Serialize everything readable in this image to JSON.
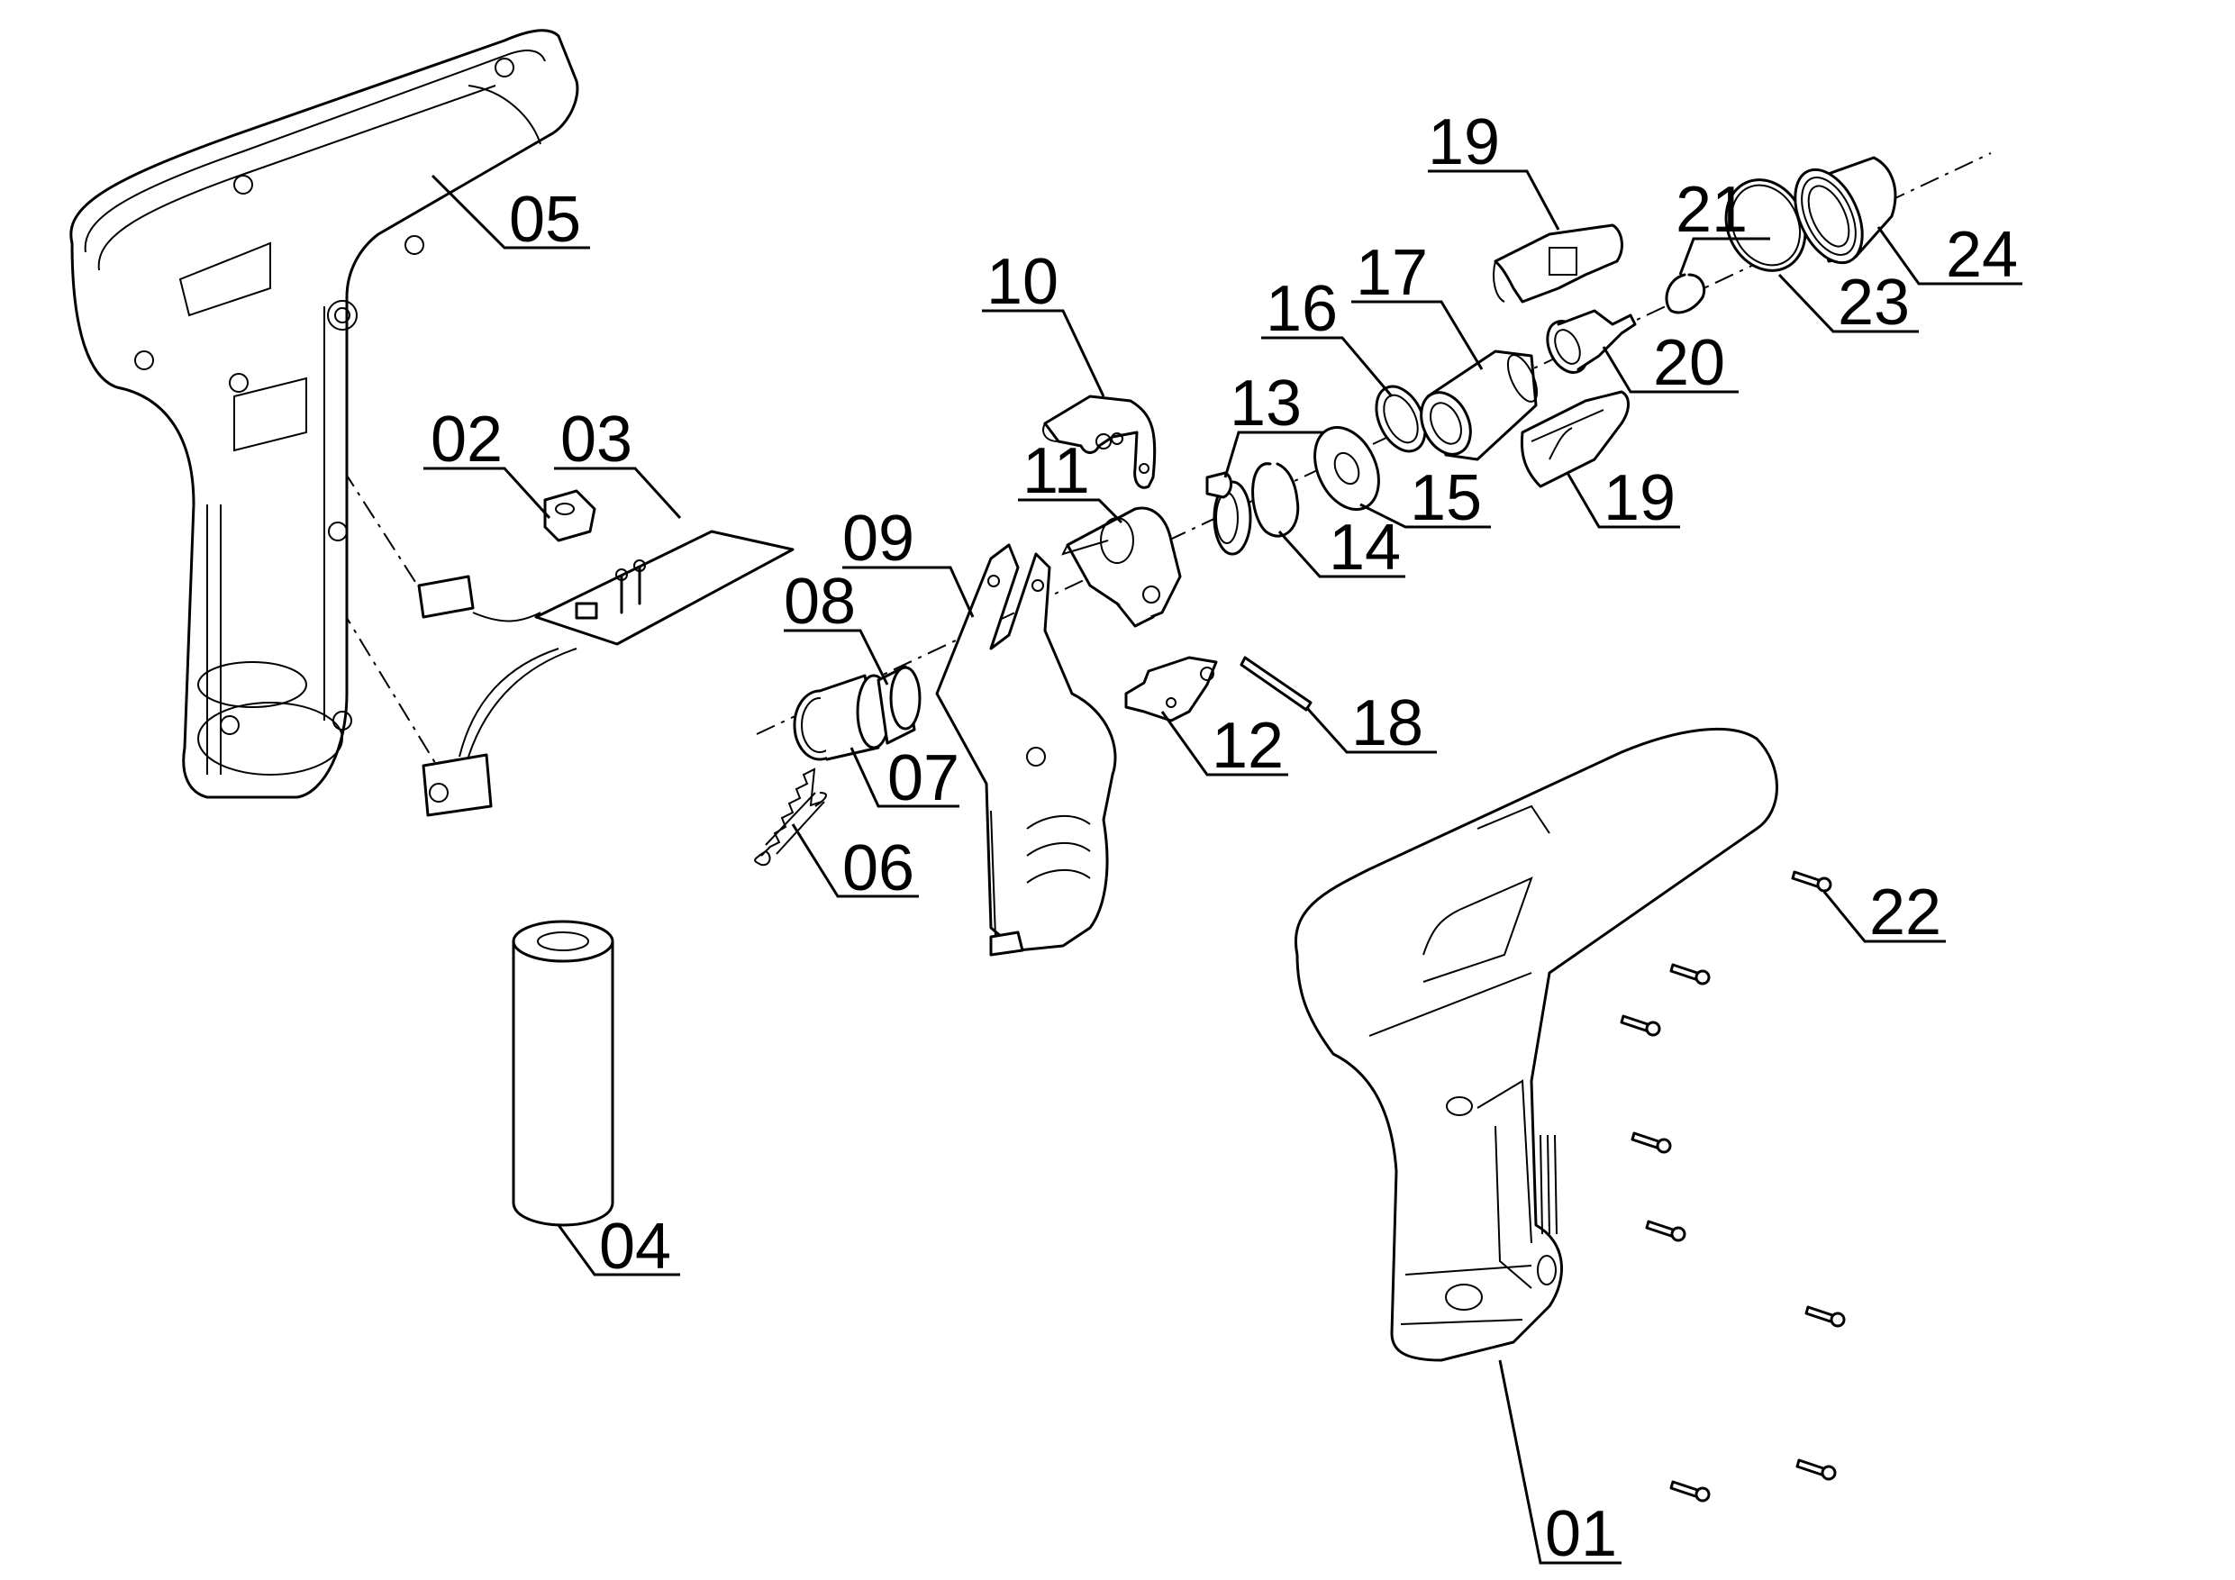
{
  "diagram": {
    "type": "exploded-parts-view",
    "subject": "cordless glue gun",
    "callouts": [
      {
        "id": "01",
        "label": "01",
        "part": "housing-right"
      },
      {
        "id": "02",
        "label": "02",
        "part": "switch-button"
      },
      {
        "id": "03",
        "label": "03",
        "part": "circuit-board"
      },
      {
        "id": "04",
        "label": "04",
        "part": "battery"
      },
      {
        "id": "05",
        "label": "05",
        "part": "housing-left"
      },
      {
        "id": "06",
        "label": "06",
        "part": "spring"
      },
      {
        "id": "07",
        "label": "07",
        "part": "feed-sleeve"
      },
      {
        "id": "08",
        "label": "08",
        "part": "sleeve-ring"
      },
      {
        "id": "09",
        "label": "09",
        "part": "trigger"
      },
      {
        "id": "10",
        "label": "10",
        "part": "lever"
      },
      {
        "id": "11",
        "label": "11",
        "part": "feed-mechanism"
      },
      {
        "id": "12",
        "label": "12",
        "part": "pawl"
      },
      {
        "id": "13",
        "label": "13",
        "part": "clamp-ring"
      },
      {
        "id": "14",
        "label": "14",
        "part": "retaining-ring"
      },
      {
        "id": "15",
        "label": "15",
        "part": "washer"
      },
      {
        "id": "16",
        "label": "16",
        "part": "spring-seal"
      },
      {
        "id": "17",
        "label": "17",
        "part": "silicone-sleeve"
      },
      {
        "id": "18",
        "label": "18",
        "part": "pin"
      },
      {
        "id": "19a",
        "label": "19",
        "part": "nozzle-holder-upper"
      },
      {
        "id": "19b",
        "label": "19",
        "part": "nozzle-holder-lower"
      },
      {
        "id": "20",
        "label": "20",
        "part": "heating-nozzle"
      },
      {
        "id": "21",
        "label": "21",
        "part": "circlip"
      },
      {
        "id": "22",
        "label": "22",
        "part": "screws"
      },
      {
        "id": "23",
        "label": "23",
        "part": "o-ring"
      },
      {
        "id": "24",
        "label": "24",
        "part": "nozzle-cap"
      }
    ]
  }
}
